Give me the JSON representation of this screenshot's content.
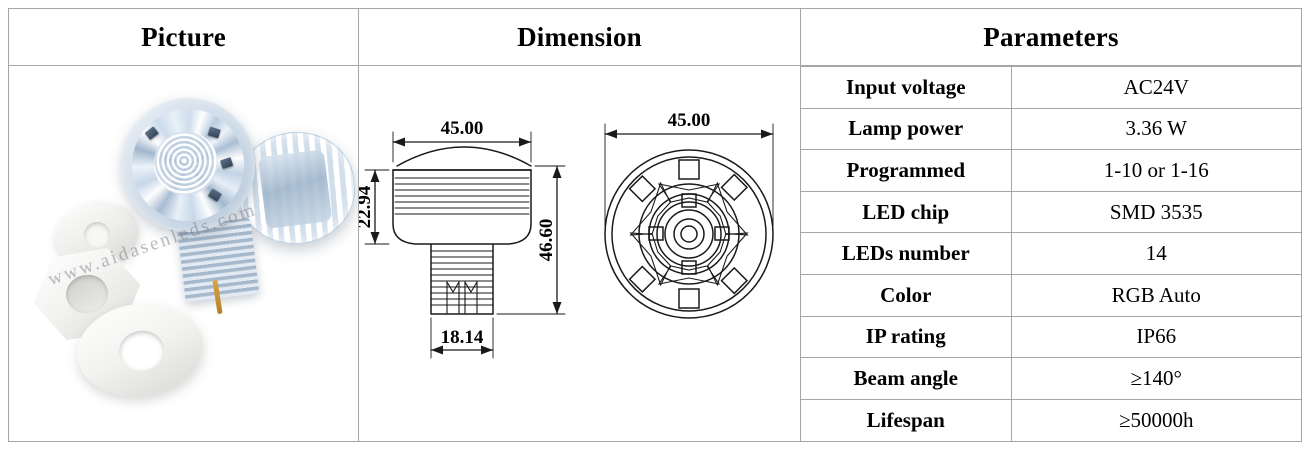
{
  "table": {
    "headers": [
      {
        "key": "picture",
        "label": "Picture"
      },
      {
        "key": "dimension",
        "label": "Dimension"
      },
      {
        "key": "parameters",
        "label": "Parameters"
      }
    ]
  },
  "picture": {
    "watermark": "www.aidasenleds.com",
    "description": "Clear polycarbonate LED lamp modules with white plastic hex nut and washers"
  },
  "dimension": {
    "side_view": {
      "width_label": "45.00",
      "head_height_label": "22.94",
      "total_height_label": "46.60",
      "thread_diameter_label": "18.14"
    },
    "top_view": {
      "diameter_label": "45.00"
    },
    "units_note": ""
  },
  "parameters": {
    "rows": [
      {
        "label": "Input voltage",
        "value": "AC24V"
      },
      {
        "label": "Lamp power",
        "value": "3.36 W"
      },
      {
        "label": "Programmed",
        "value": "1-10 or 1-16"
      },
      {
        "label": "LED chip",
        "value": "SMD 3535"
      },
      {
        "label": "LEDs number",
        "value": "14"
      },
      {
        "label": "Color",
        "value": "RGB Auto"
      },
      {
        "label": "IP rating",
        "value": "IP66"
      },
      {
        "label": "Beam angle",
        "value": "≥140°"
      },
      {
        "label": "Lifespan",
        "value": "≥50000h"
      }
    ]
  },
  "colors": {
    "border": "#a6a6a6",
    "text": "#000000",
    "background": "#ffffff",
    "watermark": "rgba(120,125,132,.52)",
    "drawing_line": "#1a1a1a"
  }
}
